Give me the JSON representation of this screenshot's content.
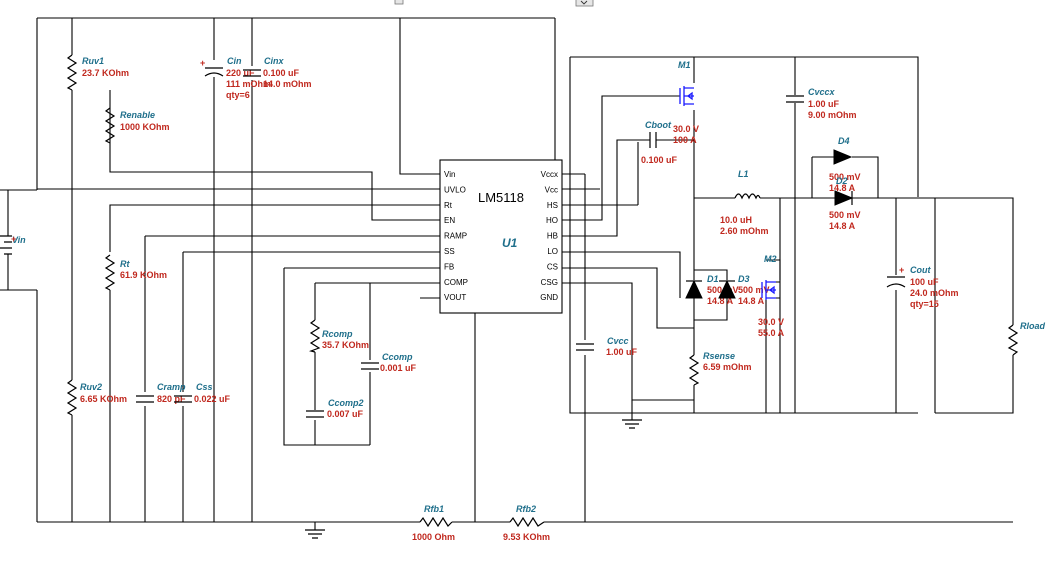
{
  "chip": {
    "name": "LM5118",
    "ref": "U1",
    "left_pins": [
      "Vin",
      "UVLO",
      "Rt",
      "EN",
      "RAMP",
      "SS",
      "FB",
      "COMP",
      "VOUT"
    ],
    "right_pins": [
      "Vccx",
      "Vcc",
      "HS",
      "HO",
      "HB",
      "LO",
      "CS",
      "CSG",
      "GND"
    ]
  },
  "components": {
    "vin": {
      "ref": "Vin"
    },
    "ruv1": {
      "ref": "Ruv1",
      "value": "23.7 KOhm"
    },
    "renable": {
      "ref": "Renable",
      "value": "1000 KOhm"
    },
    "cin": {
      "ref": "Cin",
      "value": "220 uF",
      "esr": "111 mOhm",
      "qty": "qty=6"
    },
    "cinx": {
      "ref": "Cinx",
      "value": "0.100 uF",
      "esr": "14.0 mOhm"
    },
    "rt": {
      "ref": "Rt",
      "value": "61.9 KOhm"
    },
    "ruv2": {
      "ref": "Ruv2",
      "value": "6.65 KOhm"
    },
    "cramp": {
      "ref": "Cramp",
      "value": "820 pF"
    },
    "css": {
      "ref": "Css",
      "value": "0.022 uF"
    },
    "rcomp": {
      "ref": "Rcomp",
      "value": "35.7 KOhm"
    },
    "ccomp": {
      "ref": "Ccomp",
      "value": "0.001 uF"
    },
    "ccomp2": {
      "ref": "Ccomp2",
      "value": "0.007 uF"
    },
    "rfb1": {
      "ref": "Rfb1",
      "value": "1000 Ohm"
    },
    "rfb2": {
      "ref": "Rfb2",
      "value": "9.53 KOhm"
    },
    "m1": {
      "ref": "M1",
      "voltage": "30.0 V",
      "current": "100 A"
    },
    "cboot": {
      "ref": "Cboot",
      "value": "0.100 uF"
    },
    "cvccx": {
      "ref": "Cvccx",
      "value": "1.00 uF",
      "esr": "9.00 mOhm"
    },
    "d4": {
      "ref": "D4",
      "voltage": "500 mV",
      "current": "14.8 A"
    },
    "d2": {
      "ref": "D2",
      "voltage": "500 mV",
      "current": "14.8 A"
    },
    "l1": {
      "ref": "L1",
      "value": "10.0 uH",
      "esr": "2.60 mOhm"
    },
    "d1": {
      "ref": "D1",
      "voltage": "500 mV",
      "current": "14.8 A"
    },
    "d3": {
      "ref": "D3",
      "voltage": "500 mV",
      "current": "14.8 A"
    },
    "m2": {
      "ref": "M2",
      "voltage": "30.0 V",
      "current": "55.0 A"
    },
    "cvcc": {
      "ref": "Cvcc",
      "value": "1.00 uF"
    },
    "rsense": {
      "ref": "Rsense",
      "value": "6.59 mOhm"
    },
    "cout": {
      "ref": "Cout",
      "value": "100 uF",
      "esr": "24.0 mOhm",
      "qty": "qty=15"
    },
    "rload": {
      "ref": "Rload"
    }
  }
}
